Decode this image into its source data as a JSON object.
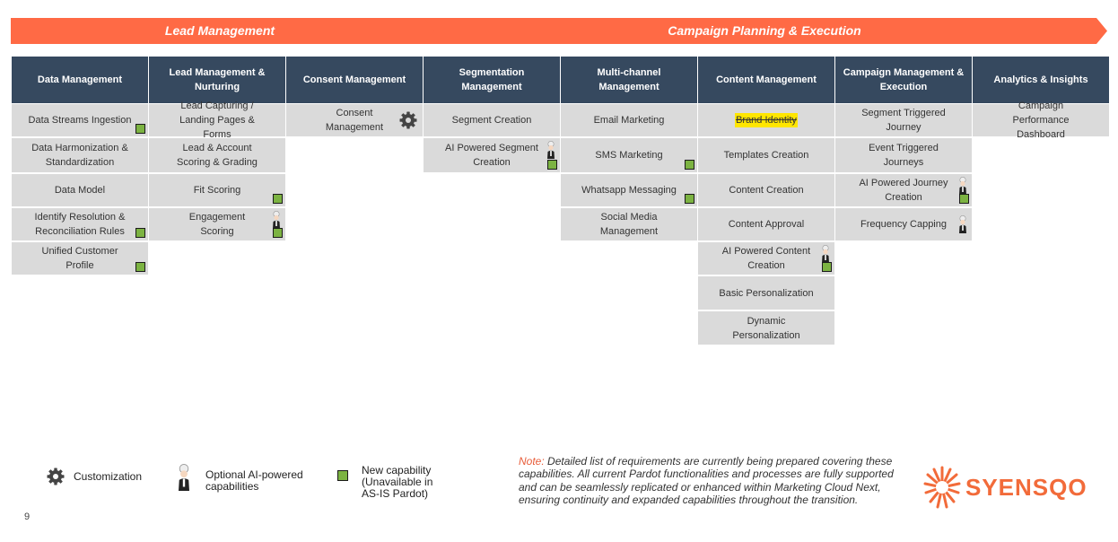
{
  "banners": {
    "left": "Lead Management",
    "right": "Campaign Planning & Execution"
  },
  "columns": [
    {
      "header": "Data Management",
      "cells": [
        {
          "label": "Data Streams Ingestion",
          "new": true
        },
        {
          "label": "Data Harmonization & Standardization"
        },
        {
          "label": "Data Model"
        },
        {
          "label": "Identify Resolution & Reconciliation Rules",
          "new": true
        },
        {
          "label": "Unified Customer Profile",
          "new": true
        }
      ]
    },
    {
      "header": "Lead Management & Nurturing",
      "cells": [
        {
          "label": "Lead Capturing / Landing Pages & Forms"
        },
        {
          "label": "Lead & Account Scoring & Grading"
        },
        {
          "label": "Fit Scoring",
          "new": true
        },
        {
          "label": "Engagement Scoring",
          "ai": true,
          "new": true
        }
      ]
    },
    {
      "header": "Consent Management",
      "cells": [
        {
          "label": "Consent Management",
          "custom": true
        }
      ]
    },
    {
      "header": "Segmentation Management",
      "cells": [
        {
          "label": "Segment Creation"
        },
        {
          "label": "AI Powered Segment Creation",
          "ai": true,
          "new": true
        }
      ]
    },
    {
      "header": "Multi-channel Management",
      "cells": [
        {
          "label": "Email Marketing"
        },
        {
          "label": "SMS Marketing",
          "new": true
        },
        {
          "label": "Whatsapp Messaging",
          "new": true
        },
        {
          "label": "Social Media Management"
        }
      ]
    },
    {
      "header": "Content Management",
      "cells": [
        {
          "label": "Brand Identity",
          "strike": true
        },
        {
          "label": "Templates Creation"
        },
        {
          "label": "Content Creation"
        },
        {
          "label": "Content Approval"
        },
        {
          "label": "AI Powered Content Creation",
          "ai": true,
          "new": true
        },
        {
          "label": "Basic Personalization"
        },
        {
          "label": "Dynamic Personalization"
        }
      ]
    },
    {
      "header": "Campaign Management & Execution",
      "cells": [
        {
          "label": "Segment Triggered Journey"
        },
        {
          "label": "Event Triggered Journeys"
        },
        {
          "label": "AI Powered Journey Creation",
          "ai": true,
          "new": true
        },
        {
          "label": "Frequency Capping",
          "ai": true
        }
      ]
    },
    {
      "header": "Analytics & Insights",
      "cells": [
        {
          "label": "Campaign Performance Dashboard"
        }
      ]
    }
  ],
  "legend": {
    "customization": "Customization",
    "ai": "Optional AI-powered capabilities",
    "new": "New capability (Unavailable in AS-IS Pardot)"
  },
  "note": {
    "label": "Note:",
    "text": "Detailed list of requirements are currently being prepared covering these capabilities. All current Pardot functionalities and processes are fully supported and can be seamlessly replicated or enhanced within Marketing Cloud Next, ensuring continuity and expanded capabilities throughout the transition."
  },
  "page_number": "9",
  "logo": "SYENSQO",
  "icons": {
    "customization": "gear-icon",
    "ai": "ai-assistant-icon",
    "new": "new-capability-square-icon"
  },
  "colors": {
    "banner": "#ff6a45",
    "header": "#36495f",
    "cell": "#dadada",
    "new_square": "#7cb342",
    "accent": "#f26b3a"
  }
}
